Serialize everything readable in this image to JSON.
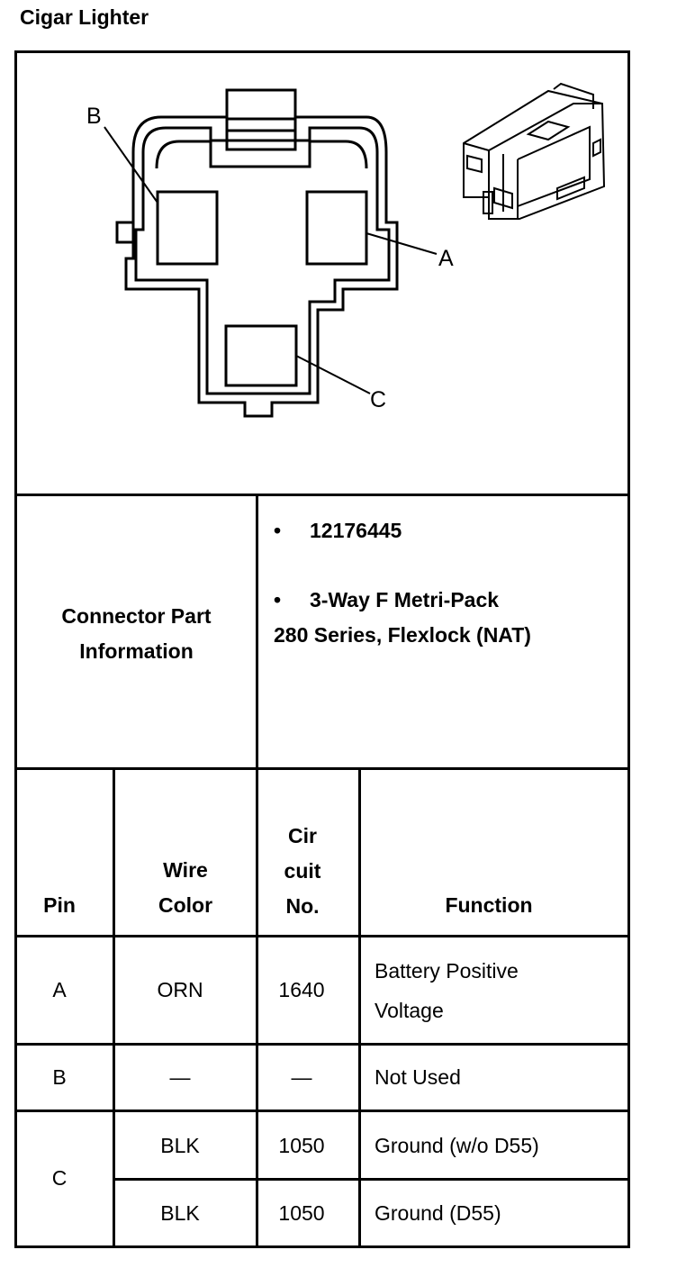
{
  "title": "Cigar Lighter",
  "diagram": {
    "labels": {
      "a": "A",
      "b": "B",
      "c": "C"
    }
  },
  "connector": {
    "label": "Connector Part Information",
    "label_line1": "Connector Part",
    "label_line2": "Information",
    "part_number": "12176445",
    "description_line1": "3-Way F Metri-Pack",
    "description_line2": "280 Series, Flexlock (NAT)",
    "bullet": "•"
  },
  "table": {
    "headers": {
      "pin": "Pin",
      "wire_color_line1": "Wire",
      "wire_color_line2": "Color",
      "circuit_line1": "Cir",
      "circuit_line2": "cuit",
      "circuit_line3": "No.",
      "function": "Function"
    },
    "rows": [
      {
        "pin": "A",
        "wire_color": "ORN",
        "circuit": "1640",
        "function_line1": "Battery Positive",
        "function_line2": "Voltage"
      },
      {
        "pin": "B",
        "wire_color": "—",
        "circuit": "—",
        "function": "Not Used"
      },
      {
        "pin": "C",
        "wire_color": "BLK",
        "circuit": "1050",
        "function": "Ground (w/o D55)"
      },
      {
        "pin": "",
        "wire_color": "BLK",
        "circuit": "1050",
        "function": "Ground (D55)"
      }
    ]
  }
}
